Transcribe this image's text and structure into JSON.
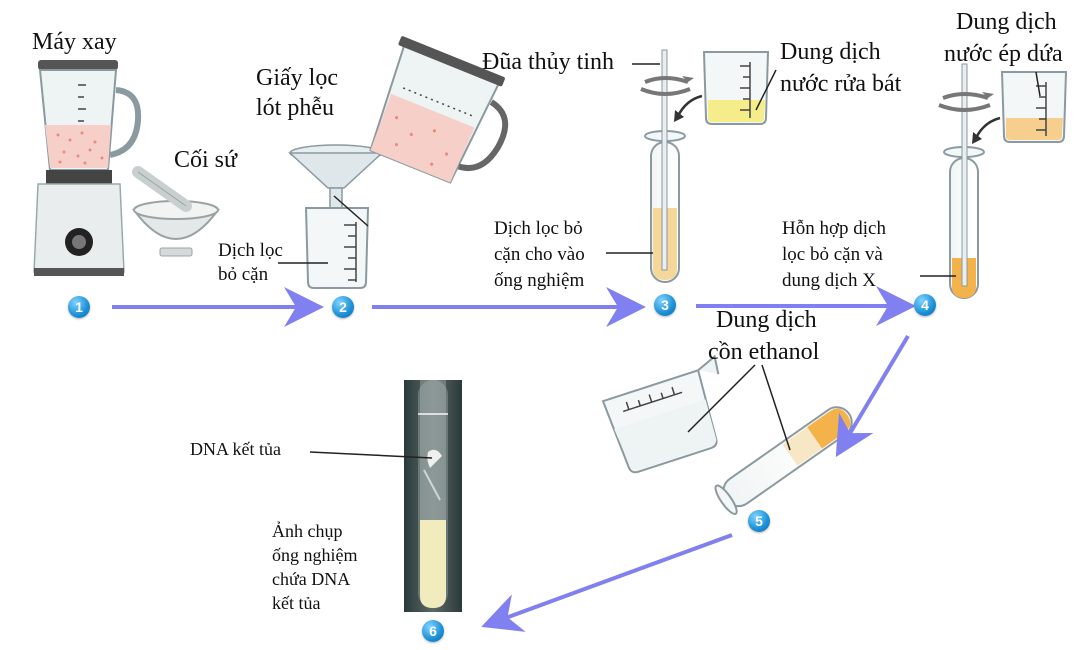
{
  "labels": {
    "blender": "Máy xay",
    "mortar": "Cối sứ",
    "filter_paper_1": "Giấy lọc",
    "filter_paper_2": "lót phễu",
    "filtrate_1": "Dịch lọc",
    "filtrate_2": "bỏ cặn",
    "glass_rod": "Đũa thủy tinh",
    "detergent_1": "Dung dịch",
    "detergent_2": "nước rửa bát",
    "pineapple_1": "Dung dịch",
    "pineapple_2": "nước ép dứa",
    "filtrate_tube_1": "Dịch lọc bỏ",
    "filtrate_tube_2": "cặn cho vào",
    "filtrate_tube_3": "ống nghiệm",
    "mixture_1": "Hỗn hợp dịch",
    "mixture_2": "lọc bỏ cặn và",
    "mixture_3": "dung dịch X",
    "ethanol_1": "Dung dịch",
    "ethanol_2": "cồn ethanol",
    "dna": "DNA kết tủa",
    "photo_1": "Ảnh chụp",
    "photo_2": "ống nghiệm",
    "photo_3": "chứa DNA",
    "photo_4": "kết tủa"
  },
  "steps": [
    "1",
    "2",
    "3",
    "4",
    "5",
    "6"
  ],
  "colors": {
    "arrow": "#8080f0",
    "liquid_pink": "#f6cfc8",
    "liquid_yellow": "#f5e27a",
    "liquid_orange": "#f3b34a",
    "step_badge": "#1b8fd6"
  }
}
